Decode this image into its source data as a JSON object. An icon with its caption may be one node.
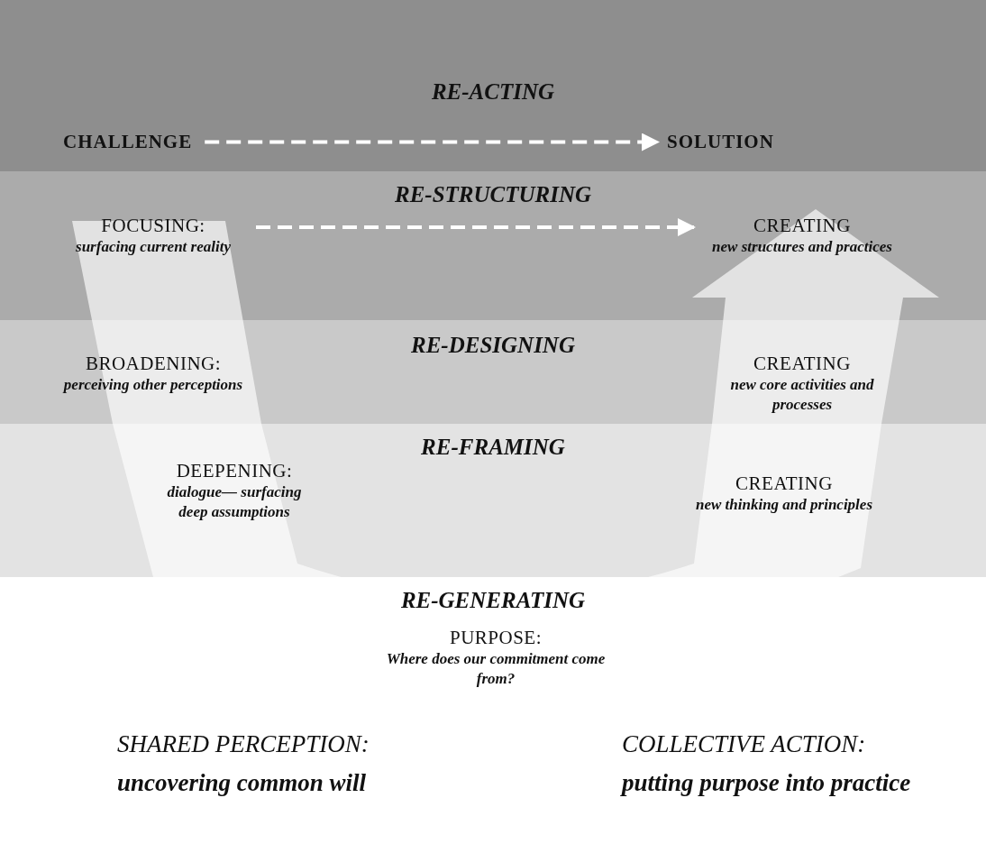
{
  "diagram": {
    "nodes": [
      {
        "text": [
          "RE-ACTING"
        ]
      },
      {
        "text": [
          "CHALLENGE"
        ],
        "in": 0
      },
      {
        "text": [
          "SOLUTION"
        ],
        "in": 0
      },
      {
        "text": [
          "RE-STRUCTURING"
        ]
      },
      {
        "text": [
          "FOCUSING:",
          "surfacing current reality"
        ],
        "in": 3
      },
      {
        "text": [
          "CREATING",
          "new structures and practices"
        ],
        "in": 3
      },
      {
        "text": [
          "RE-DESIGNING"
        ]
      },
      {
        "text": [
          "BROADENING:",
          "perceiving other perceptions"
        ],
        "in": 6
      },
      {
        "text": [
          "CREATING",
          "new core activities and processes"
        ],
        "in": 6
      },
      {
        "text": [
          "RE-FRAMING"
        ]
      },
      {
        "text": [
          "DEEPENING:",
          "dialogue— surfacing deep assumptions"
        ],
        "in": 9
      },
      {
        "text": [
          "CREATING",
          "new thinking and principles"
        ],
        "in": 9
      },
      {
        "text": [
          "RE-GENERATING"
        ]
      },
      {
        "text": [
          "PURPOSE:",
          "Where does our commitment come from?"
        ],
        "in": 12
      }
    ],
    "edges": [
      {
        "from": 1,
        "to": 2,
        "arrow": "to",
        "style": "dashed"
      },
      {
        "from": 4,
        "to": 5,
        "arrow": "to",
        "style": "dashed"
      }
    ],
    "labels": [
      "SHARED PERCEPTION:",
      "uncovering common will",
      "COLLECTIVE ACTION:",
      "putting purpose into practice"
    ]
  }
}
